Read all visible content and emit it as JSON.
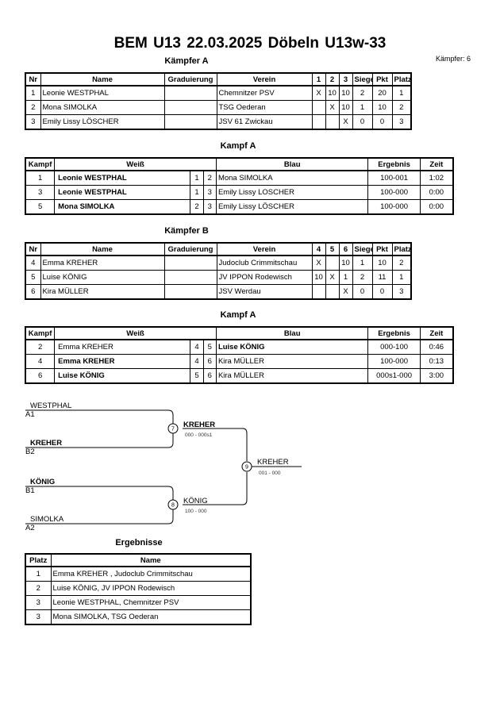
{
  "header": {
    "title": "BEM U13  22.03.2025  Döbeln   U13w-33",
    "fighter_count": "Kämpfer: 6"
  },
  "pool_a": {
    "title": "Kämpfer A",
    "columns": [
      "Nr",
      "Name",
      "Graduierung",
      "Verein",
      "1",
      "2",
      "3",
      "Siege",
      "Pkt",
      "Platz"
    ],
    "rows": [
      {
        "nr": "1",
        "name": "Leonie WESTPHAL",
        "grad": "",
        "verein": "Chemnitzer PSV",
        "m1": "X",
        "m2": "10",
        "m3": "10",
        "siege": "2",
        "pkt": "20",
        "platz": "1"
      },
      {
        "nr": "2",
        "name": "Mona SIMOLKA",
        "grad": "",
        "verein": "TSG Oederan",
        "m1": "",
        "m2": "X",
        "m3": "10",
        "siege": "1",
        "pkt": "10",
        "platz": "2"
      },
      {
        "nr": "3",
        "name": "Emily Lissy LÖSCHER",
        "grad": "",
        "verein": "JSV 61 Zwickau",
        "m1": "",
        "m2": "",
        "m3": "X",
        "siege": "0",
        "pkt": "0",
        "platz": "3"
      }
    ]
  },
  "fights_a": {
    "title": "Kampf A",
    "columns": [
      "Kampf",
      "Weiß",
      "Blau",
      "Ergebnis",
      "Zeit"
    ],
    "rows": [
      {
        "kampf": "1",
        "weiss": "Leonie WESTPHAL",
        "w_nr": "1",
        "b_nr": "2",
        "blau": "Mona SIMOLKA",
        "ergebnis": "100-001",
        "zeit": "1:02",
        "winner": "weiss"
      },
      {
        "kampf": "3",
        "weiss": "Leonie WESTPHAL",
        "w_nr": "1",
        "b_nr": "3",
        "blau": "Emily Lissy LOSCHER",
        "ergebnis": "100-000",
        "zeit": "0:00",
        "winner": "weiss"
      },
      {
        "kampf": "5",
        "weiss": "Mona SIMOLKA",
        "w_nr": "2",
        "b_nr": "3",
        "blau": "Emily Lissy LÖSCHER",
        "ergebnis": "100-000",
        "zeit": "0:00",
        "winner": "weiss"
      }
    ]
  },
  "pool_b": {
    "title": "Kämpfer B",
    "columns": [
      "Nr",
      "Name",
      "Graduierung",
      "Verein",
      "4",
      "5",
      "6",
      "Siege",
      "Pkt",
      "Platz"
    ],
    "rows": [
      {
        "nr": "4",
        "name": "Emma KREHER",
        "grad": "",
        "verein": "Judoclub Crimmitschau",
        "m1": "X",
        "m2": "",
        "m3": "10",
        "siege": "1",
        "pkt": "10",
        "platz": "2"
      },
      {
        "nr": "5",
        "name": "Luise KÖNIG",
        "grad": "",
        "verein": "JV IPPON Rodewisch",
        "m1": "10",
        "m2": "X",
        "m3": "1",
        "siege": "2",
        "pkt": "11",
        "platz": "1"
      },
      {
        "nr": "6",
        "name": "Kira MÜLLER",
        "grad": "",
        "verein": "JSV Werdau",
        "m1": "",
        "m2": "",
        "m3": "X",
        "siege": "0",
        "pkt": "0",
        "platz": "3"
      }
    ]
  },
  "fights_b": {
    "title": "Kampf A",
    "columns": [
      "Kampf",
      "Weiß",
      "Blau",
      "Ergebnis",
      "Zeit"
    ],
    "rows": [
      {
        "kampf": "2",
        "weiss": "Emma KREHER",
        "w_nr": "4",
        "b_nr": "5",
        "blau": "Luise KÖNIG",
        "ergebnis": "000-100",
        "zeit": "0:46",
        "winner": "blau"
      },
      {
        "kampf": "4",
        "weiss": "Emma KREHER",
        "w_nr": "4",
        "b_nr": "6",
        "blau": "Kira MÜLLER",
        "ergebnis": "100-000",
        "zeit": "0:13",
        "winner": "weiss"
      },
      {
        "kampf": "6",
        "weiss": "Luise KÖNIG",
        "w_nr": "5",
        "b_nr": "6",
        "blau": "Kira MÜLLER",
        "ergebnis": "000s1-000",
        "zeit": "3:00",
        "winner": "weiss"
      }
    ]
  },
  "bracket": {
    "entries": [
      {
        "name": "WESTPHAL",
        "seed": "A1"
      },
      {
        "name": "KREHER",
        "seed": "B2"
      },
      {
        "name": "KÖNIG",
        "seed": "B1"
      },
      {
        "name": "SIMOLKA",
        "seed": "A2"
      }
    ],
    "semis": [
      {
        "fight": "7",
        "winner": "KREHER",
        "score": "000 - 000s1"
      },
      {
        "fight": "8",
        "winner": "KÖNIG",
        "score": "100 - 000"
      }
    ],
    "final": {
      "fight": "9",
      "winner": "KREHER",
      "score": "001 - 000"
    }
  },
  "results": {
    "title": "Ergebnisse",
    "columns": [
      "Platz",
      "Name"
    ],
    "rows": [
      {
        "platz": "1",
        "name": "Emma KREHER , Judoclub Crimmitschau"
      },
      {
        "platz": "2",
        "name": "Luise KÖNIG, JV IPPON Rodewisch"
      },
      {
        "platz": "3",
        "name": "Leonie WESTPHAL, Chemnitzer PSV"
      },
      {
        "platz": "3",
        "name": "Mona SIMOLKA, TSG Oederan"
      }
    ]
  }
}
